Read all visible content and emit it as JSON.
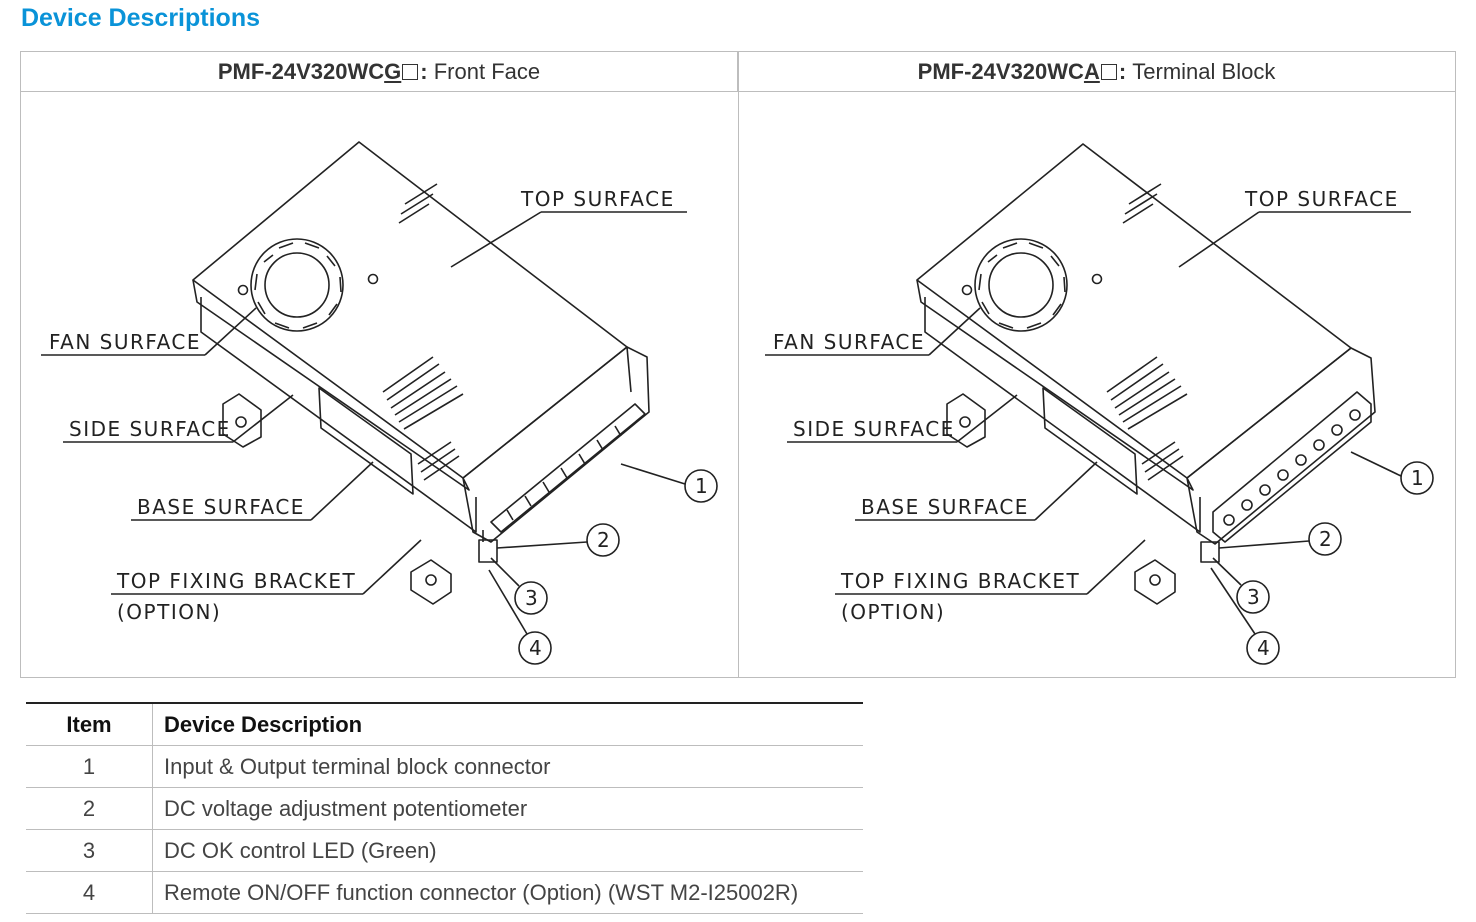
{
  "section_title": "Device Descriptions",
  "figures": [
    {
      "model_prefix": "PMF-24V320WC",
      "model_letter": "G",
      "model_suffix_colon": ":",
      "view_name": "Front Face",
      "labels": {
        "top_surface": "TOP  SURFACE",
        "fan_surface": "FAN  SURFACE",
        "side_surface": "SIDE  SURFACE",
        "base_surface": "BASE  SURFACE",
        "top_fixing_bracket": "TOP  FIXING  BRACKET",
        "option": "(OPTION)"
      },
      "callouts": [
        "1",
        "2",
        "3",
        "4"
      ]
    },
    {
      "model_prefix": "PMF-24V320WC",
      "model_letter": "A",
      "model_suffix_colon": ":",
      "view_name": "Terminal Block",
      "labels": {
        "top_surface": "TOP  SURFACE",
        "fan_surface": "FAN  SURFACE",
        "side_surface": "SIDE  SURFACE",
        "base_surface": "BASE  SURFACE",
        "top_fixing_bracket": "TOP  FIXING  BRACKET",
        "option": "(OPTION)"
      },
      "callouts": [
        "1",
        "2",
        "3",
        "4"
      ]
    }
  ],
  "description_table": {
    "headers": [
      "Item",
      "Device Description"
    ],
    "rows": [
      {
        "item": "1",
        "description": "Input & Output terminal block connector"
      },
      {
        "item": "2",
        "description": "DC voltage adjustment potentiometer"
      },
      {
        "item": "3",
        "description": "DC OK control LED (Green)"
      },
      {
        "item": "4",
        "description": "Remote ON/OFF function connector (Option) (WST M2-I25002R)"
      }
    ]
  },
  "colors": {
    "title_blue": "#0a93d8",
    "border_gray": "#bdbdbd",
    "text_dark": "#222222"
  }
}
